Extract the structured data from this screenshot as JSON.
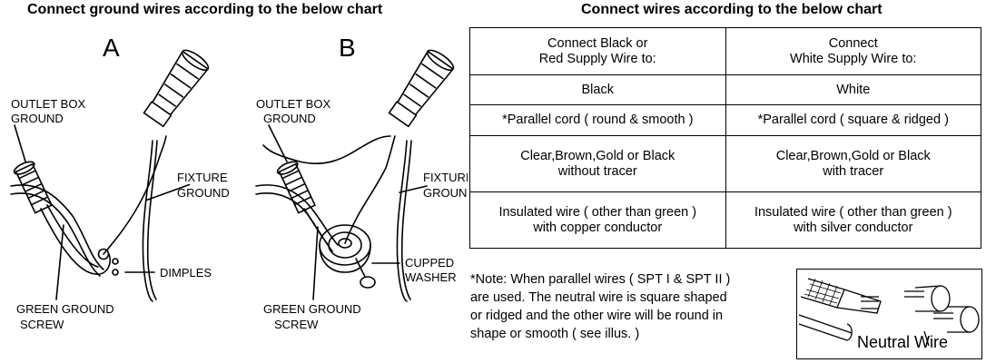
{
  "left_title": "Connect ground wires according to the below chart",
  "right_title": "Connect wires according to the below chart",
  "diagram_a": {
    "letter": "A",
    "outlet_label": [
      "OUTLET BOX",
      "GROUND"
    ],
    "fixture_label": [
      "FIXTURE",
      "GROUND"
    ],
    "dimples_label": "DIMPLES",
    "screw_label": [
      "GREEN GROUND",
      "SCREW"
    ]
  },
  "diagram_b": {
    "letter": "B",
    "outlet_label": [
      "OUTLET BOX",
      "GROUND"
    ],
    "fixture_label": [
      "FIXTURE",
      "GROUND"
    ],
    "washer_label": [
      "CUPPED",
      "WASHER"
    ],
    "screw_label": [
      "GREEN GROUND",
      "SCREW"
    ]
  },
  "table": {
    "header": [
      [
        "Connect Black or",
        "Red Supply Wire to:"
      ],
      [
        "Connect",
        "White Supply Wire to:"
      ]
    ],
    "rows": [
      [
        [
          "Black"
        ],
        [
          "White"
        ]
      ],
      [
        [
          "*Parallel cord ( round & smooth )"
        ],
        [
          "*Parallel cord ( square & ridged )"
        ]
      ],
      [
        [
          "Clear,Brown,Gold or Black",
          "without tracer"
        ],
        [
          "Clear,Brown,Gold or Black",
          "with tracer"
        ]
      ],
      [
        [
          "Insulated wire ( other than green )",
          "with copper conductor"
        ],
        [
          "Insulated wire ( other than green )",
          "with silver conductor"
        ]
      ]
    ]
  },
  "note": [
    "*Note: When parallel wires ( SPT I & SPT II )",
    "are used. The neutral wire is square shaped",
    "or ridged and the other wire will be round in",
    "shape or smooth  ( see illus. )"
  ],
  "illus_label": "Neutral Wire"
}
